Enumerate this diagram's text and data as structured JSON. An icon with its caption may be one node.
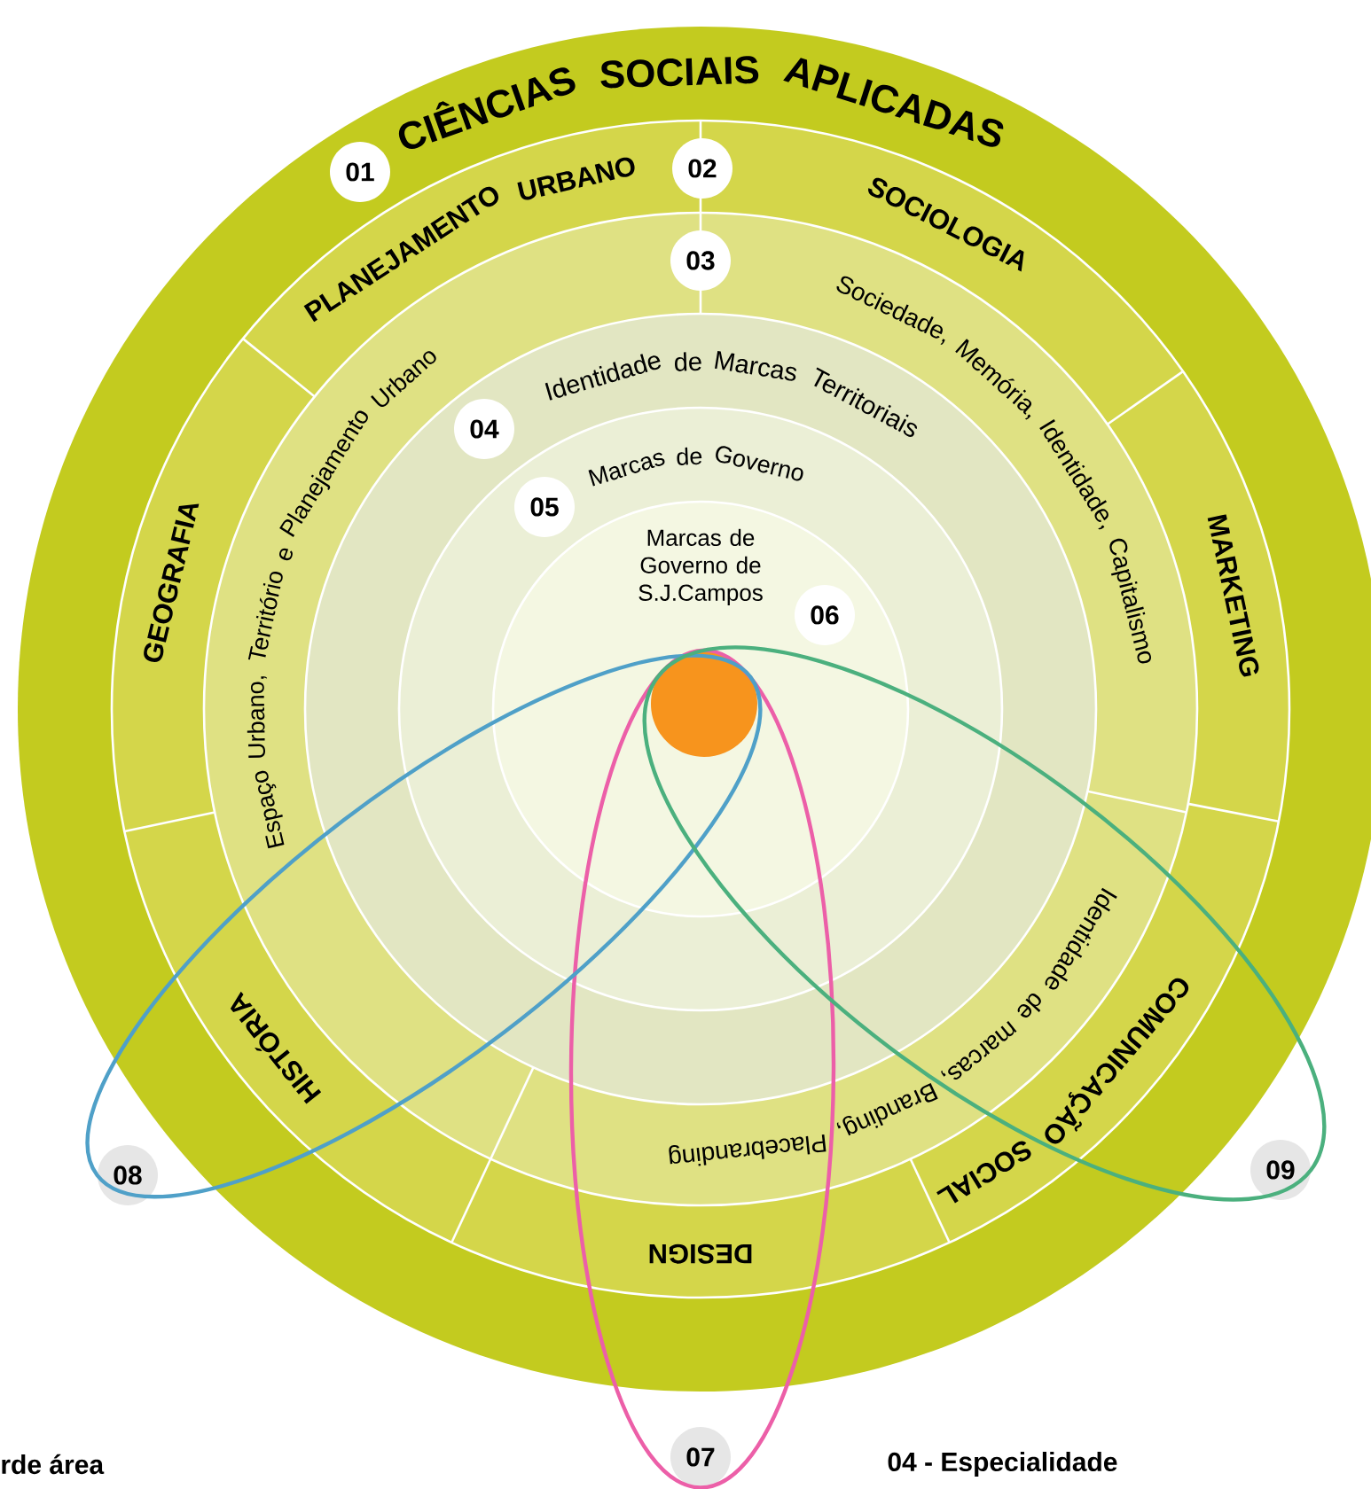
{
  "diagram": {
    "nodes": [
      {
        "text": [
          "CIÊNCIAS SOCIAIS APLICADAS"
        ]
      },
      {
        "text": [
          "PLANEJAMENTO URBANO"
        ],
        "in": 0
      },
      {
        "text": [
          "SOCIOLOGIA"
        ],
        "in": 0
      },
      {
        "text": [
          "MARKETING"
        ],
        "in": 0
      },
      {
        "text": [
          "COMUNICAÇÃO SOCIAL"
        ],
        "in": 0
      },
      {
        "text": [
          "DESIGN"
        ],
        "in": 0
      },
      {
        "text": [
          "HISTÓRIA"
        ],
        "in": 0
      },
      {
        "text": [
          "GEOGRAFIA"
        ],
        "in": 0
      },
      {
        "text": [
          "Sociedade, Memória, Identidade, Capitalismo"
        ],
        "in": 0
      },
      {
        "text": [
          "Identidade de marcas, Branding, Placebranding"
        ],
        "in": 0
      },
      {
        "text": [
          "Espaço Urbano, Território e Planejamento Urbano"
        ],
        "in": 0
      },
      {
        "text": [
          "Identidade de Marcas Territoriais"
        ],
        "in": 0
      },
      {
        "text": [
          "Marcas de Governo"
        ],
        "in": 0
      },
      {
        "text": [
          "Marcas de Governo de S.J.Campos"
        ],
        "in": 0
      },
      {
        "text": [],
        "shape": "circle",
        "in": 13
      },
      {
        "text": [
          "01"
        ],
        "in": 0
      },
      {
        "text": [
          "02"
        ],
        "in": 0
      },
      {
        "text": [
          "03"
        ],
        "in": 0
      },
      {
        "text": [
          "04"
        ],
        "in": 0
      },
      {
        "text": [
          "05"
        ],
        "in": 0
      },
      {
        "text": [
          "06"
        ],
        "in": 13
      },
      {
        "text": [
          "07"
        ]
      },
      {
        "text": [
          "08"
        ]
      },
      {
        "text": [
          "09"
        ]
      }
    ],
    "edges": [
      {
        "from": 14,
        "to": 21,
        "arrow": "none",
        "color": "#ec5fa8"
      },
      {
        "from": 14,
        "to": 22,
        "arrow": "none",
        "color": "#4fa0c8"
      },
      {
        "from": 14,
        "to": 23,
        "arrow": "none",
        "color": "#4bb07e"
      }
    ],
    "labels": [
      "rde área",
      "04 - Especialidade"
    ]
  }
}
